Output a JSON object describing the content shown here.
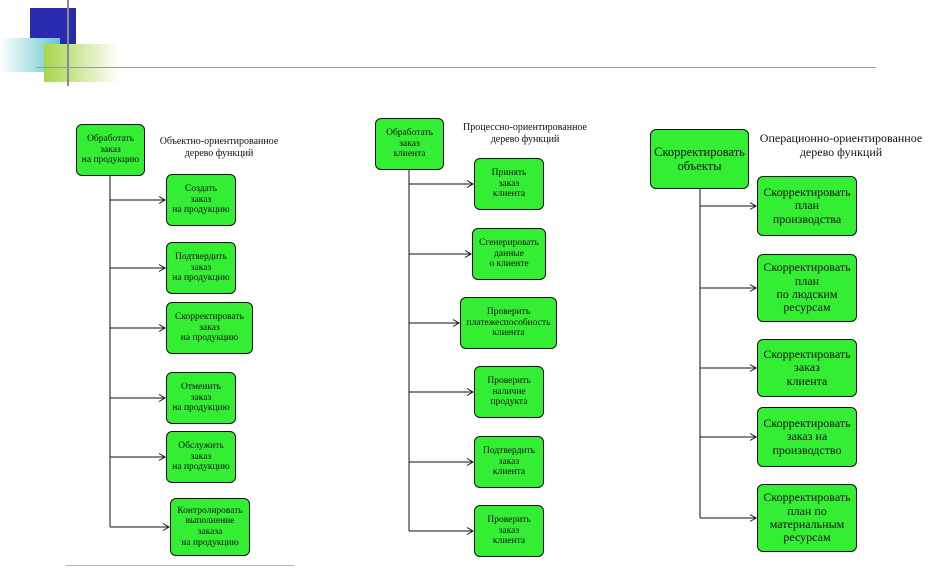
{
  "colors": {
    "node_fill": "#33ee33",
    "node_border": "#111111",
    "line": "#111111",
    "accent_blue": "#2a2ab0",
    "accent_green": "#a6d64a",
    "accent_teal": "#66c8cc"
  },
  "trees": [
    {
      "title": "Объектно-ориентированное\nдерево функций",
      "root": "Обработать\nзаказ\nна продукцию",
      "children": [
        "Создать\nзаказ\nна продукцию",
        "Подтвердить\nзаказ\nна продукцию",
        "Скорректировать\nзаказ\nна продукцию",
        "Отменить\nзаказ\nна продукцию",
        "Обслужить\nзаказ\nна продукцию",
        "Контролировать\nвыполнение\nзаказа\nна продукцию"
      ]
    },
    {
      "title": "Процессно-ориентированное\nдерево функций",
      "root": "Обработать\nзаказ\nклиента",
      "children": [
        "Принять\nзаказ\nклиента",
        "Сгенерировать\nданные\nо клиенте",
        "Проверить\nплатежеспособность\nклиента",
        "Проверить\nналичие\nпродукта",
        "Подтвердить\nзаказ\nклиента",
        "Проверить\nзаказ\nклиента"
      ]
    },
    {
      "title": "Операционно-ориентированное\nдерево функций",
      "root": "Скорректировать\nобъекты",
      "children": [
        "Скорректировать\nплан\nпроизводства",
        "Скорректировать\nплан\nпо людским\nресурсам",
        "Скорректировать\nзаказ\nклиента",
        "Скорректировать\nзаказ на\nпроизводство",
        "Скорректировать\nплан по\nматериальным\nресурсам"
      ]
    }
  ]
}
